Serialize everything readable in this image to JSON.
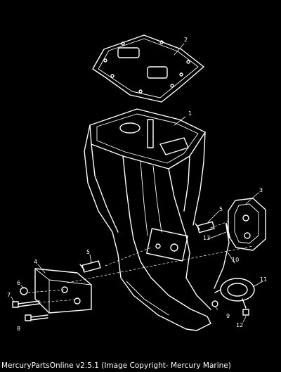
{
  "caption": "MercuryPartsOnline v2.5.1 (Image Copyright- Mercury Marine)",
  "callouts": [
    "1",
    "2",
    "3",
    "4",
    "5",
    "5",
    "6",
    "7",
    "8",
    "9",
    "10",
    "11",
    "12",
    "13"
  ],
  "colors": {
    "background": "#000000",
    "linework": "#ffffff"
  }
}
